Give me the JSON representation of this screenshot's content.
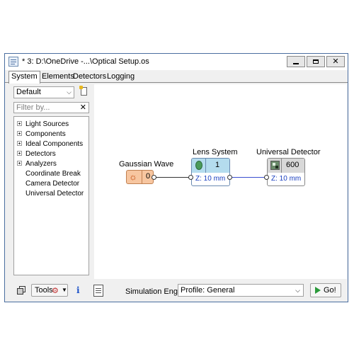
{
  "window": {
    "title": "* 3: D:\\OneDrive -...\\Optical Setup.os",
    "controls": {
      "minimize": "",
      "maximize": "",
      "close": "✕"
    }
  },
  "tabs": [
    {
      "label": "System",
      "active": true
    },
    {
      "label": "Elements",
      "active": false
    },
    {
      "label": "Detectors",
      "active": false
    },
    {
      "label": "Logging",
      "active": false
    }
  ],
  "left_panel": {
    "profile_select": {
      "value": "Default"
    },
    "filter": {
      "placeholder": "Filter by..."
    },
    "tree": [
      {
        "label": "Light Sources",
        "expandable": true
      },
      {
        "label": "Components",
        "expandable": true
      },
      {
        "label": "Ideal Components",
        "expandable": true
      },
      {
        "label": "Detectors",
        "expandable": true
      },
      {
        "label": "Analyzers",
        "expandable": true
      },
      {
        "label": "Coordinate Break",
        "expandable": false
      },
      {
        "label": "Camera Detector",
        "expandable": false
      },
      {
        "label": "Universal Detector",
        "expandable": false
      }
    ]
  },
  "canvas": {
    "nodes": [
      {
        "label": "Gaussian Wave",
        "value": "0",
        "z": ""
      },
      {
        "label": "Lens System",
        "value": "1",
        "z": "Z: 10 mm"
      },
      {
        "label": "Universal Detector",
        "value": "600",
        "z": "Z: 10 mm"
      }
    ],
    "colors": {
      "source_fill": "#f7c6a0",
      "lens_fill": "#b4dcee",
      "detector_fill": "#d8d8d8",
      "z_text": "#1a3fc0",
      "wire_blue": "#3a4fd0"
    }
  },
  "bottom_bar": {
    "tools_label": "Tools",
    "info_glyph": "i",
    "simulation_engine_label": "Simulation Engine",
    "profile_value": "Profile: General",
    "go_label": "Go!"
  }
}
